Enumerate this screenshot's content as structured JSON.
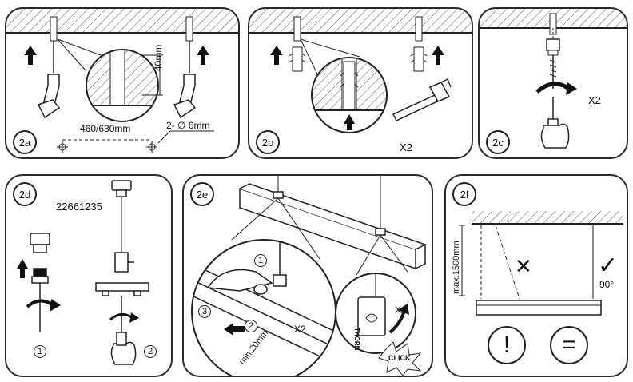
{
  "panels": {
    "p2a": {
      "step": "2a",
      "dim_distance": "460/630mm",
      "dim_hole": "2- ∅ 6mm",
      "dim_depth": "40mm"
    },
    "p2b": {
      "step": "2b",
      "qty": "X2"
    },
    "p2c": {
      "step": "2c",
      "qty": "X2"
    },
    "p2d": {
      "step": "2d",
      "part_number": "22661235",
      "sub1": "1",
      "sub2": "2"
    },
    "p2e": {
      "step": "2e",
      "sub1": "1",
      "sub2": "2",
      "sub3": "3",
      "qty_left": "X2",
      "min_distance": "min.20mm",
      "qty_right": "X2",
      "brand": "THORN",
      "click": "CLICK"
    },
    "p2f": {
      "step": "2f",
      "max_height": "max.1500mm",
      "wrong": "✕",
      "right": "✓",
      "angle": "90°",
      "warning": "!",
      "equal": "="
    }
  },
  "colors": {
    "stroke": "#2b2b2b",
    "hatch": "#555555",
    "fill": "#ffffff"
  },
  "icons": [
    "arrow-up-icon",
    "drill-icon",
    "hammer-icon",
    "screwdriver-hand-icon",
    "rotate-arrow-icon",
    "pliers-icon",
    "magnifier-icon"
  ]
}
